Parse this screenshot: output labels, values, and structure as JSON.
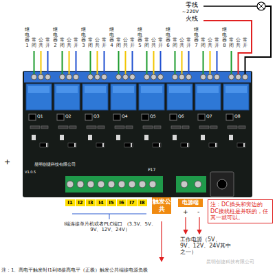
{
  "diagram": {
    "nodes": [
      {
        "text": [
          "I1"
        ]
      },
      {
        "text": [
          "I2"
        ]
      },
      {
        "text": [
          "I3"
        ]
      },
      {
        "text": [
          "I4"
        ]
      },
      {
        "text": [
          "I5"
        ]
      },
      {
        "text": [
          "I6"
        ]
      },
      {
        "text": [
          "I7"
        ]
      },
      {
        "text": [
          "I8"
        ]
      },
      {
        "text": [
          "触发公共"
        ]
      },
      {
        "text": [
          "电源端"
        ]
      },
      {
        "text": [
          "注：DC插头和旁边的DC接线柱是并联的，任其一就可以。"
        ]
      }
    ],
    "labels": [
      "零线",
      "～220V",
      "火线",
      "继电器1",
      "常闭",
      "公共",
      "常开",
      "继电器2",
      "常闭",
      "公共",
      "常开",
      "继电器3",
      "常闭",
      "公共",
      "常开",
      "继电器4",
      "常闭",
      "公共",
      "常开",
      "继电器5",
      "常闭",
      "公共",
      "常开",
      "继电器6",
      "常闭",
      "公共",
      "常开",
      "继电器7",
      "常闭",
      "公共",
      "常开",
      "继电器8",
      "常闭",
      "公共",
      "常开",
      "Q1",
      "Q2",
      "Q3",
      "Q4",
      "Q5",
      "Q6",
      "Q7",
      "Q8",
      "昆明创捷科技有限公司",
      "V1.0.5",
      "P17",
      "+",
      "+",
      "-",
      "I端连接单片机或者PLC端口 （3.3V、5V、9V、12V、24V）",
      "工作电源（5V、9V、12V、24V其中之一）",
      "注：1、高电平触发时I1到I8接高电平（正极）触发公共端接电源负极",
      "昆明创捷科技有限公司"
    ]
  }
}
